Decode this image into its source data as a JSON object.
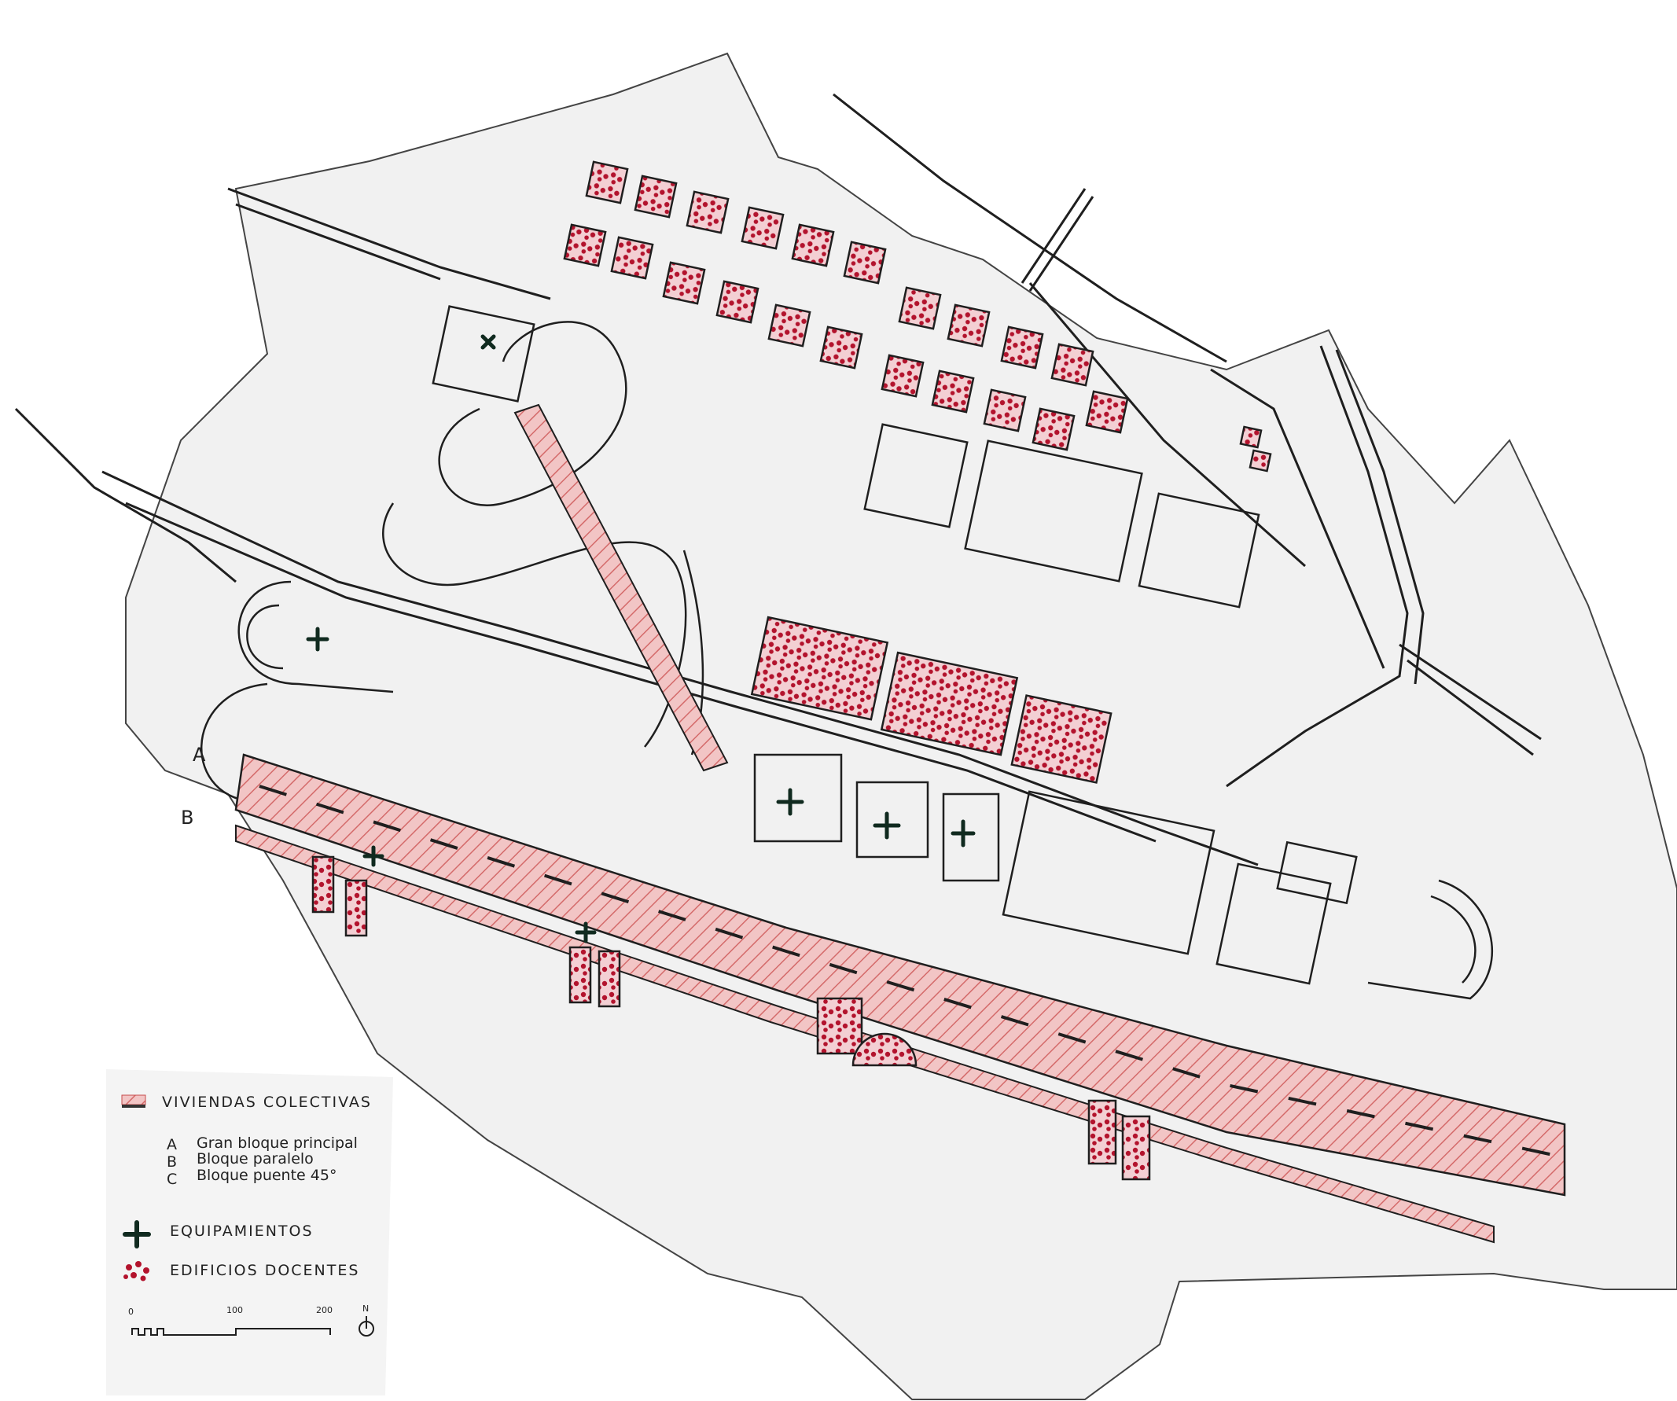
{
  "map": {
    "colors": {
      "paper": "#ffffff",
      "sheet": "#f1f1f1",
      "ink": "#1f1f1f",
      "housing": "#e39a9a",
      "housing_hatch": "#c74b4b",
      "school_dots": "#b3132d",
      "equipment_cross": "#102a1f"
    },
    "labels": {
      "block_a_letter": "A",
      "block_b_letter": "B"
    }
  },
  "legend": {
    "collective_housing": "VIVIENDAS COLECTIVAS",
    "block_a": {
      "letter": "A",
      "text": "Gran bloque principal"
    },
    "block_b": {
      "letter": "B",
      "text": "Bloque paralelo"
    },
    "block_c": {
      "letter": "C",
      "text": "Bloque puente 45°"
    },
    "equipment": "EQUIPAMIENTOS",
    "schools": "EDIFICIOS DOCENTES",
    "scale": {
      "zero": "0",
      "mid": "100",
      "max": "200",
      "north": "N"
    },
    "icons": [
      "housing-hatch-icon",
      "cross-icon",
      "dots-icon",
      "north-arrow-icon"
    ]
  }
}
